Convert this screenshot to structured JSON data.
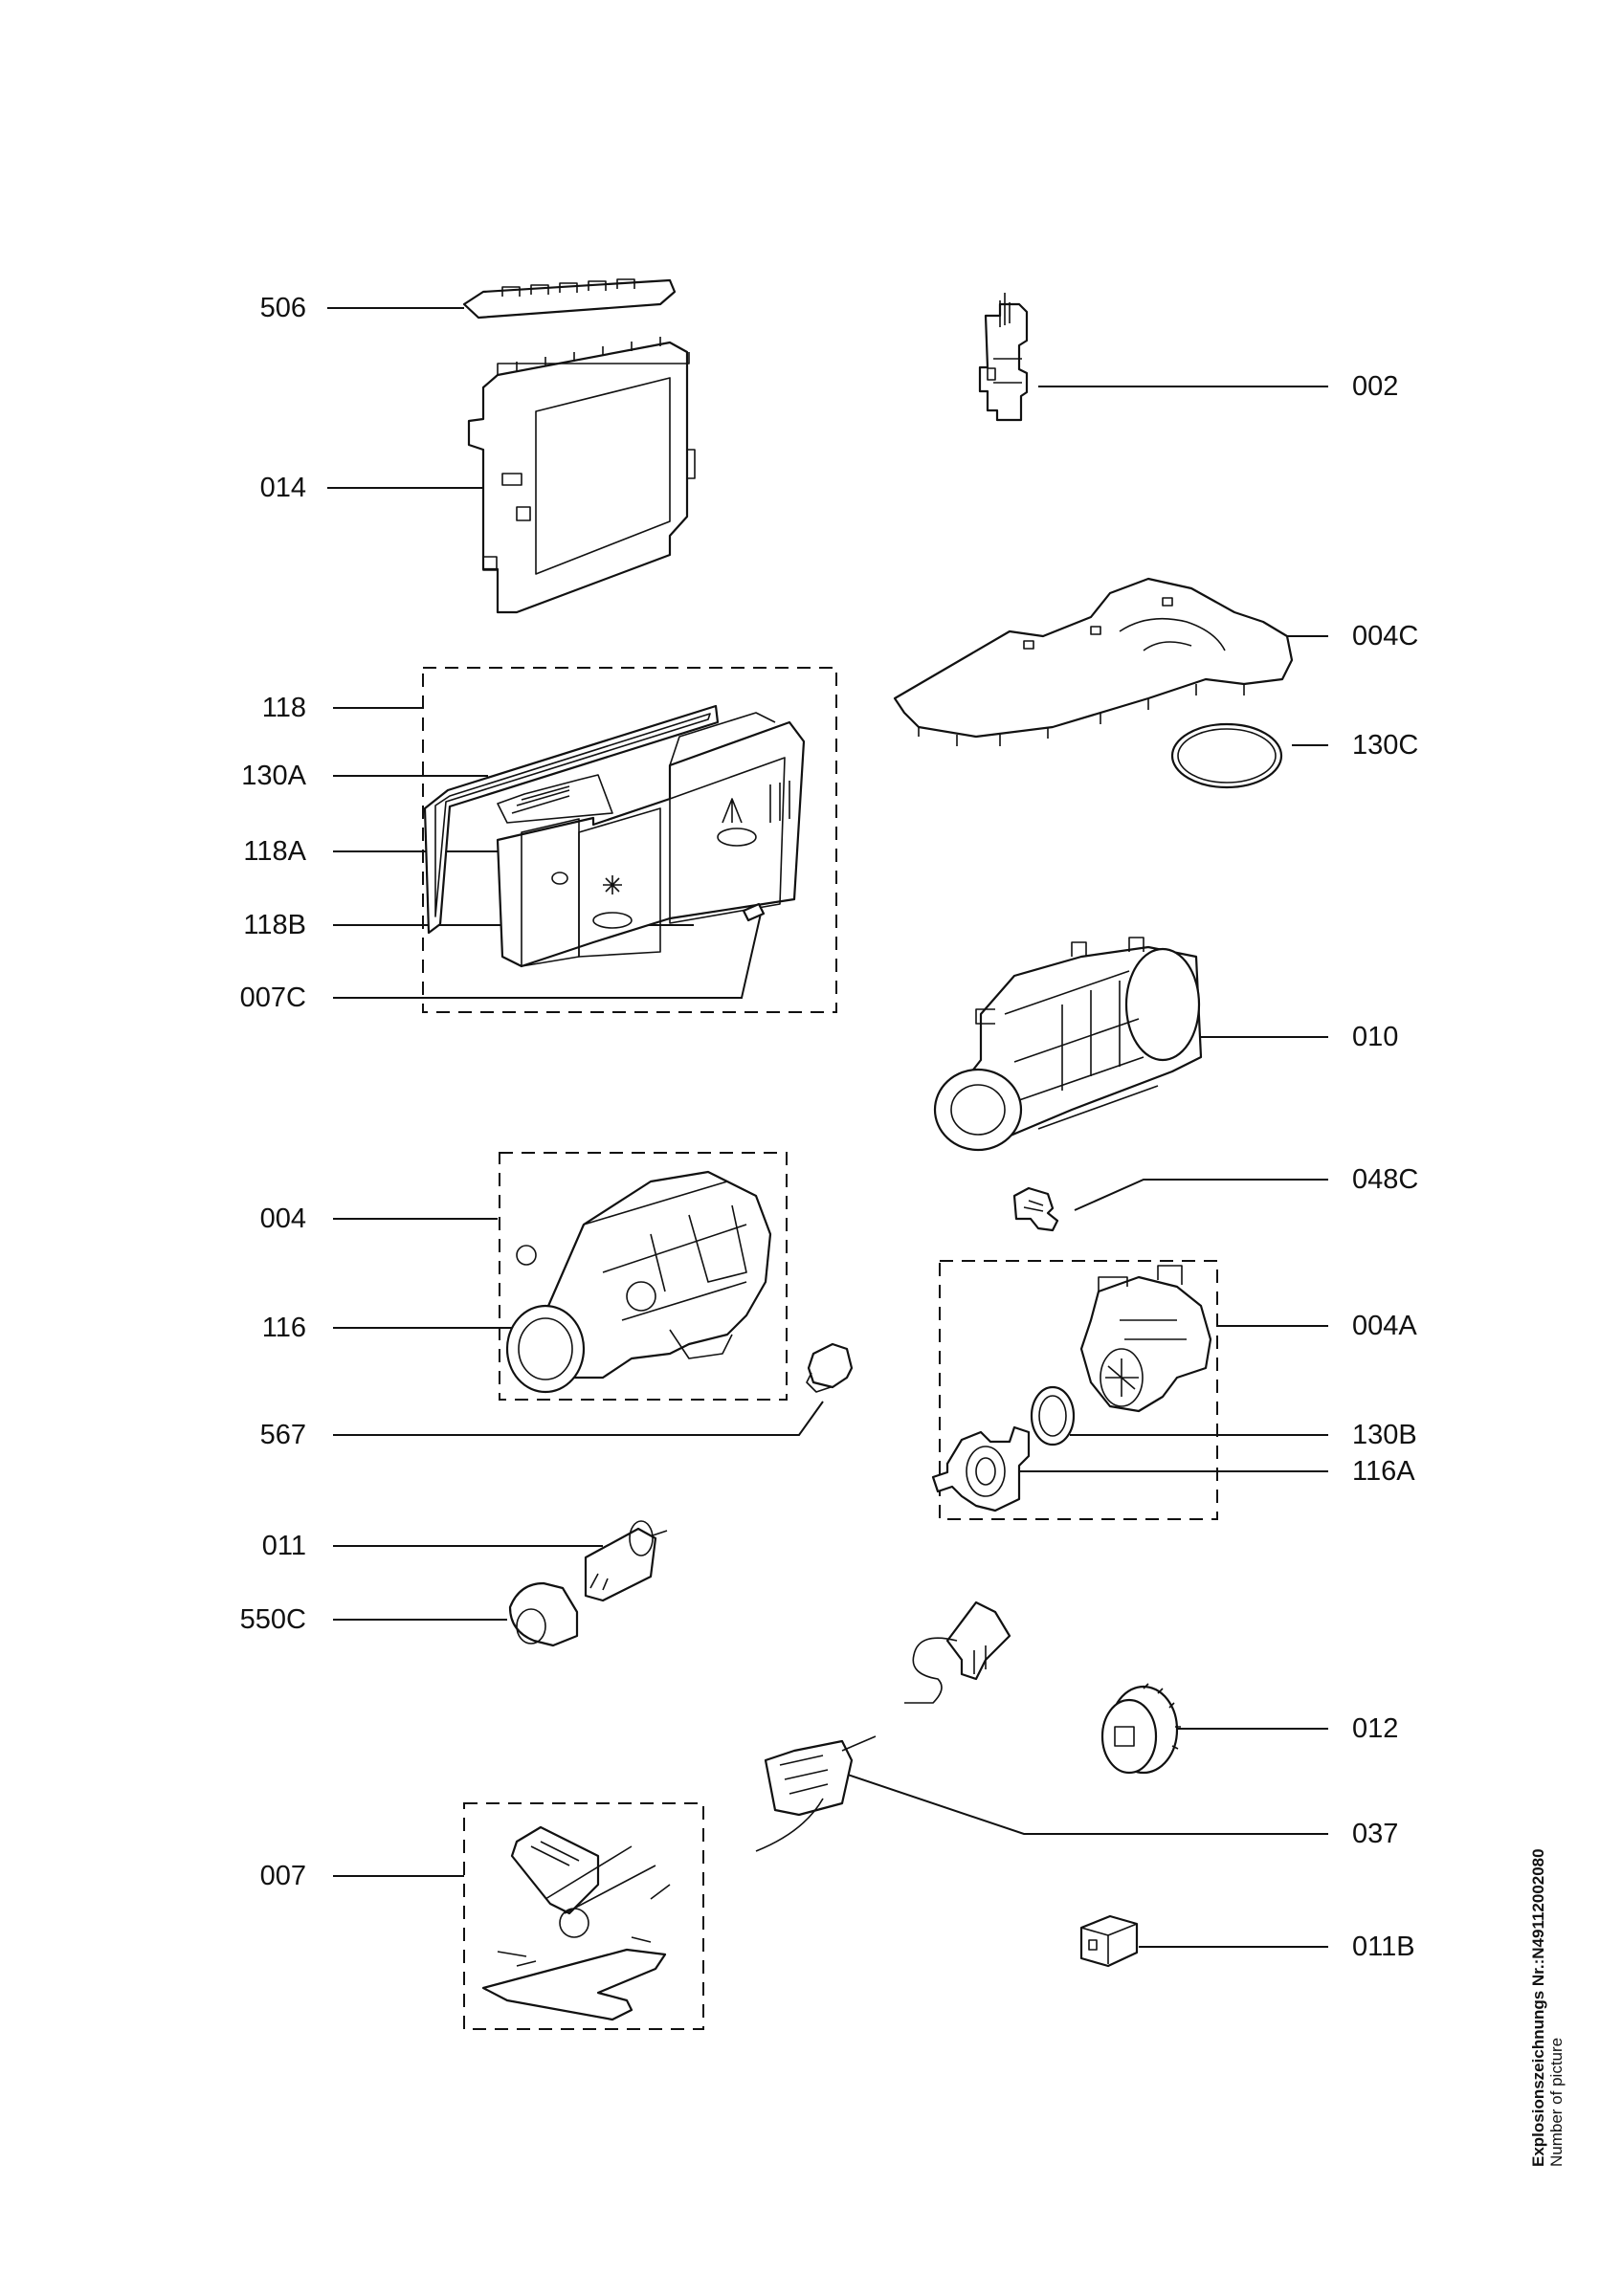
{
  "labels": {
    "p506": "506",
    "p014": "014",
    "p118": "118",
    "p130A": "130A",
    "p118A": "118A",
    "p118B": "118B",
    "p007C": "007C",
    "p004": "004",
    "p116": "116",
    "p567": "567",
    "p011": "011",
    "p550C": "550C",
    "p007": "007",
    "p002": "002",
    "p004C": "004C",
    "p130C": "130C",
    "p010": "010",
    "p048C": "048C",
    "p004A": "004A",
    "p130B": "130B",
    "p116A": "116A",
    "p012": "012",
    "p037": "037",
    "p011B": "011B"
  },
  "side_text": {
    "line1": "Explosionszeichnungs  Nr.:N49112002080",
    "line2": "Number of picture"
  }
}
